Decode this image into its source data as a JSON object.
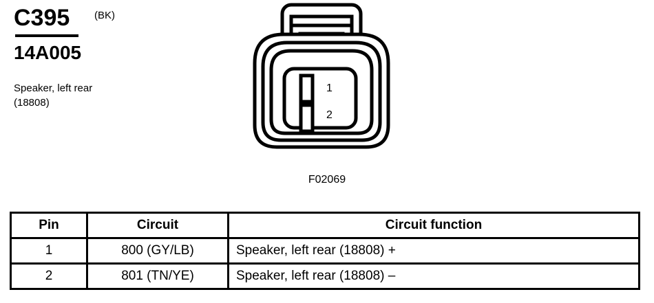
{
  "header": {
    "connector_id": "C395",
    "connector_color": "(BK)",
    "part_number": "14A005",
    "component_description": "Speaker, left rear\n(18808)"
  },
  "figure": {
    "code": "F02069",
    "pin_labels": [
      "1",
      "2"
    ],
    "cavity_count": 2,
    "line_color": "#000000",
    "fill_color": "#ffffff"
  },
  "table": {
    "headers": [
      "Pin",
      "Circuit",
      "Circuit function"
    ],
    "rows": [
      {
        "pin": "1",
        "circuit": "800 (GY/LB)",
        "function": "Speaker, left rear (18808) +"
      },
      {
        "pin": "2",
        "circuit": "801 (TN/YE)",
        "function": "Speaker, left rear (18808) –"
      }
    ]
  }
}
